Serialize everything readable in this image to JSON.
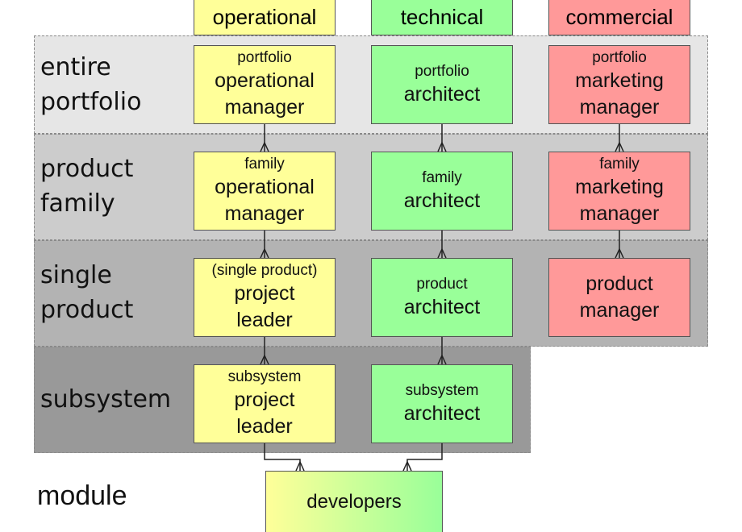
{
  "columns": {
    "operational": "operational",
    "technical": "technical",
    "commercial": "commercial"
  },
  "levels": {
    "portfolio": "entire\nportfolio",
    "family": "product\nfamily",
    "product": "single\nproduct",
    "subsystem": "subsystem",
    "module": "module"
  },
  "roles": {
    "op_portfolio": {
      "small": "portfolio",
      "big": "operational\nmanager"
    },
    "tech_portfolio": {
      "small": "portfolio",
      "big": "architect"
    },
    "com_portfolio": {
      "small": "portfolio",
      "big": "marketing\nmanager"
    },
    "op_family": {
      "small": "family",
      "big": "operational\nmanager"
    },
    "tech_family": {
      "small": "family",
      "big": "architect"
    },
    "com_family": {
      "small": "family",
      "big": "marketing\nmanager"
    },
    "op_product": {
      "small": "(single product)",
      "big": "project\nleader"
    },
    "tech_product": {
      "small": "product",
      "big": "architect"
    },
    "com_product": {
      "small": "",
      "big": "product\nmanager"
    },
    "op_subsystem": {
      "small": "subsystem",
      "big": "project\nleader"
    },
    "tech_subsystem": {
      "small": "subsystem",
      "big": "architect"
    },
    "developers": "developers"
  },
  "colors": {
    "operational": "#ffff99",
    "technical": "#99ff99",
    "commercial": "#ff9999",
    "band_portfolio": "#e6e6e6",
    "band_family": "#cccccc",
    "band_product": "#b3b3b3",
    "band_subsystem": "#999999"
  }
}
